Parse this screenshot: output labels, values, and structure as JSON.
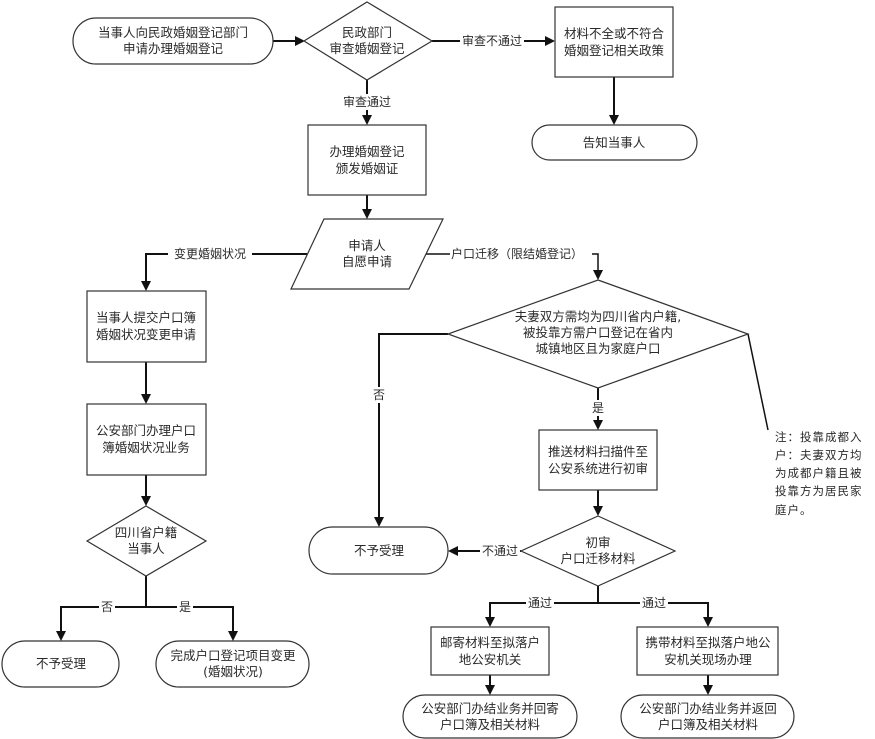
{
  "nodes": {
    "start": [
      "当事人向民政婚姻登记部门",
      "申请办理婚姻登记"
    ],
    "review": [
      "民政部门",
      "审查婚姻登记"
    ],
    "fail_box": [
      "材料不全或不符合",
      "婚姻登记相关政策"
    ],
    "notify": [
      "告知当事人"
    ],
    "register": [
      "办理婚姻登记",
      "颁发婚姻证"
    ],
    "apply": [
      "申请人",
      "自愿申请"
    ],
    "submit": [
      "当事人提交户口簿",
      "婚姻状况变更申请"
    ],
    "police_handle": [
      "公安部门办理户口",
      "簿婚姻状况业务"
    ],
    "sichuan": [
      "四川省户籍",
      "当事人"
    ],
    "reject_left": [
      "不予受理"
    ],
    "complete": [
      "完成户口登记项目变更",
      "(婚姻状况)"
    ],
    "condition": [
      "夫妻双方需均为四川省内户籍,",
      "被投靠方需户口登记在省内",
      "城镇地区且为家庭户口"
    ],
    "push": [
      "推送材料扫描件至",
      "公安系统进行初审"
    ],
    "initial_review": [
      "初审",
      "户口迁移材料"
    ],
    "reject_mid": [
      "不予受理"
    ],
    "mail": [
      "邮寄材料至拟落户",
      "地公安机关"
    ],
    "carry": [
      "携带材料至拟落户地公",
      "安机关现场办理"
    ],
    "mail_done": [
      "公安部门办结业务并回寄",
      "户口簿及相关材料"
    ],
    "carry_done": [
      "公安部门办结业务并返回",
      "户口簿及相关材料"
    ]
  },
  "edge_labels": {
    "review_fail": "审查不通过",
    "review_pass": "审查通过",
    "change_status": "变更婚姻状况",
    "migrate": "户口迁移（限结婚登记）",
    "no": "否",
    "yes": "是",
    "sichuan_no": "否",
    "sichuan_yes": "是",
    "initial_fail": "不通过",
    "pass_left": "通过",
    "pass_right": "通过"
  },
  "note": [
    "注：投靠成都入",
    "户：夫妻双方均",
    "为成都户籍且被",
    "投靠方为居民家",
    "庭户。"
  ]
}
